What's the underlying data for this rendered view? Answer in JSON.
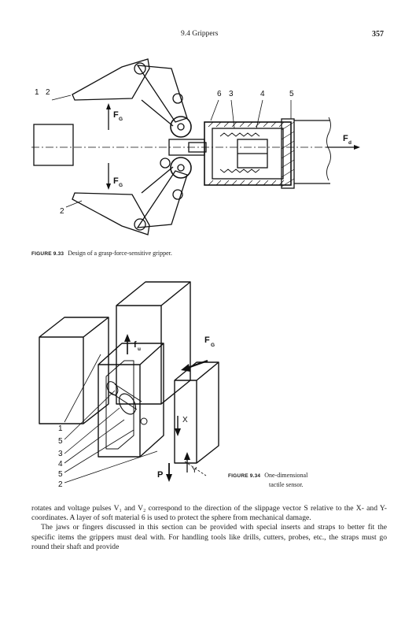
{
  "header": {
    "section": "9.4   Grippers",
    "page_number": "357"
  },
  "figure_933": {
    "labels": {
      "l1": "1",
      "l2a": "2",
      "l2b": "2",
      "l3": "3",
      "l4": "4",
      "l5": "5",
      "l6": "6",
      "fg_top": "F",
      "fg_top_sub": "G",
      "fg_bot": "F",
      "fg_bot_sub": "G",
      "fd": "F",
      "fd_sub": "d"
    },
    "caption_label": "FIGURE 9.33",
    "caption_text": "Design of a grasp-force-sensitive gripper."
  },
  "figure_934": {
    "labels": {
      "fg": "F",
      "fg_sub": "G",
      "fu": "f",
      "fu_sub": "u",
      "x": "X",
      "y": "Y",
      "p": "P",
      "n1": "1",
      "n5a": "5",
      "n3": "3",
      "n4": "4",
      "n5b": "5",
      "n2": "2"
    },
    "caption_label": "FIGURE 9.34",
    "caption_line1": "One-dimensional",
    "caption_line2": "tactile sensor."
  },
  "body": {
    "para1": "rotates and voltage pulses V₁ and V₂ correspond to the direction of the slippage vector S relative to the X- and Y-coordinates. A layer of soft material 6 is used to protect the sphere from mechanical damage.",
    "para2": "The jaws or fingers discussed in this section can be provided with special inserts and straps to better fit the specific items the grippers must deal with. For handling tools like drills, cutters, probes, etc., the straps must go round their shaft and provide"
  }
}
